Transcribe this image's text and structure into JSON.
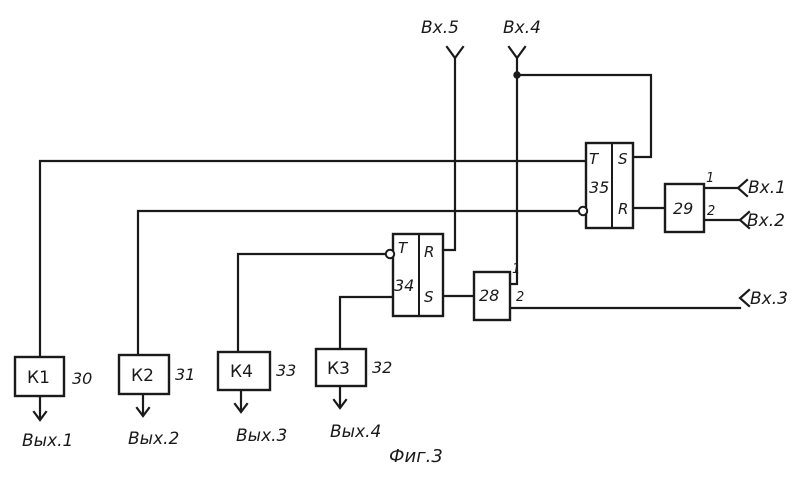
{
  "inputs": {
    "in1": "Вх.1",
    "in2": "Вх.2",
    "in3": "Вх.3",
    "in4": "Вх.4",
    "in5": "Вх.5"
  },
  "outputs": {
    "out1": "Вых.1",
    "out2": "Вых.2",
    "out3": "Вых.3",
    "out4": "Вых.4"
  },
  "blocks": {
    "k1": {
      "name": "К1",
      "ref": "30"
    },
    "k2": {
      "name": "К2",
      "ref": "31"
    },
    "k4": {
      "name": "К4",
      "ref": "33"
    },
    "k3": {
      "name": "К3",
      "ref": "32"
    },
    "t34": {
      "number": "34",
      "pin_t": "T",
      "pin_r": "R",
      "pin_s": "S"
    },
    "t35": {
      "number": "35",
      "pin_t": "T",
      "pin_r": "R",
      "pin_s": "S"
    },
    "e28": {
      "number": "28",
      "pin_1": "1",
      "pin_2": "2"
    },
    "e29": {
      "number": "29",
      "pin_1": "1",
      "pin_2": "2"
    }
  },
  "caption": "Фиг.3"
}
